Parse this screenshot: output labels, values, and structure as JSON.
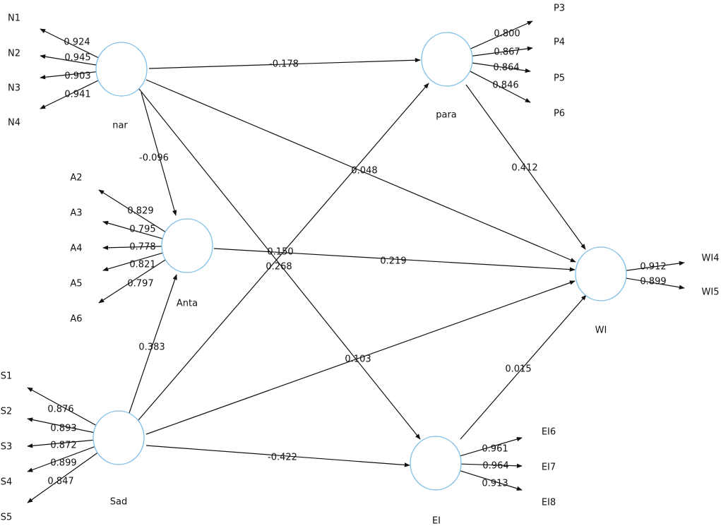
{
  "latents": [
    {
      "id": "nar",
      "label": "nar"
    },
    {
      "id": "para",
      "label": "para"
    },
    {
      "id": "anta",
      "label": "Anta"
    },
    {
      "id": "wi",
      "label": "WI"
    },
    {
      "id": "sad",
      "label": "Sad"
    },
    {
      "id": "ei",
      "label": "EI"
    }
  ],
  "indicators": [
    {
      "latent": "nar",
      "label": "N1",
      "loading": "0.924"
    },
    {
      "latent": "nar",
      "label": "N2",
      "loading": "0.945"
    },
    {
      "latent": "nar",
      "label": "N3",
      "loading": "0.903"
    },
    {
      "latent": "nar",
      "label": "N4",
      "loading": "0.941"
    },
    {
      "latent": "para",
      "label": "P3",
      "loading": "0.800"
    },
    {
      "latent": "para",
      "label": "P4",
      "loading": "0.867"
    },
    {
      "latent": "para",
      "label": "P5",
      "loading": "0.864"
    },
    {
      "latent": "para",
      "label": "P6",
      "loading": "0.846"
    },
    {
      "latent": "anta",
      "label": "A2",
      "loading": "0.829"
    },
    {
      "latent": "anta",
      "label": "A3",
      "loading": "0.795"
    },
    {
      "latent": "anta",
      "label": "A4",
      "loading": "0.778"
    },
    {
      "latent": "anta",
      "label": "A5",
      "loading": "0.821"
    },
    {
      "latent": "anta",
      "label": "A6",
      "loading": "0.797"
    },
    {
      "latent": "wi",
      "label": "WI4",
      "loading": "0.912"
    },
    {
      "latent": "wi",
      "label": "WI5",
      "loading": "0.899"
    },
    {
      "latent": "sad",
      "label": "S1",
      "loading": "0.876"
    },
    {
      "latent": "sad",
      "label": "S2",
      "loading": "0.893"
    },
    {
      "latent": "sad",
      "label": "S3",
      "loading": "0.872"
    },
    {
      "latent": "sad",
      "label": "S4",
      "loading": "0.899"
    },
    {
      "latent": "sad",
      "label": "S5",
      "loading": "0.847"
    },
    {
      "latent": "ei",
      "label": "EI6",
      "loading": "0.961"
    },
    {
      "latent": "ei",
      "label": "EI7",
      "loading": "0.964"
    },
    {
      "latent": "ei",
      "label": "EI8",
      "loading": "0.913"
    }
  ],
  "paths": [
    {
      "from": "nar",
      "to": "para",
      "coef": "-0.178"
    },
    {
      "from": "nar",
      "to": "anta",
      "coef": "-0.096"
    },
    {
      "from": "nar",
      "to": "wi",
      "coef": "0.048"
    },
    {
      "from": "nar",
      "to": "ei",
      "coef": "0.268"
    },
    {
      "from": "anta",
      "to": "wi",
      "coef": "0.219"
    },
    {
      "from": "para",
      "to": "wi",
      "coef": "0.412"
    },
    {
      "from": "sad",
      "to": "anta",
      "coef": "0.383"
    },
    {
      "from": "sad",
      "to": "para",
      "coef": "0.150"
    },
    {
      "from": "sad",
      "to": "wi",
      "coef": "0.103"
    },
    {
      "from": "sad",
      "to": "ei",
      "coef": "-0.422"
    },
    {
      "from": "ei",
      "to": "wi",
      "coef": "0.015"
    }
  ],
  "colors": {
    "circle_stroke": "#7fbfe8",
    "line": "#111111"
  }
}
